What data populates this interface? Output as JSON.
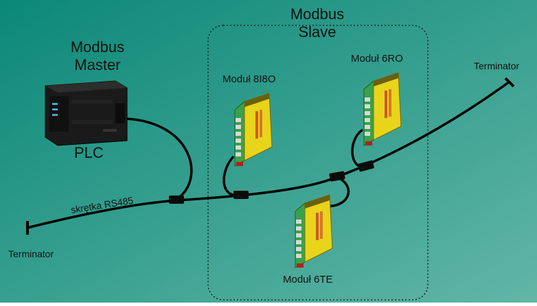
{
  "diagram": {
    "background_colors": [
      "#0e8a7a",
      "#5eb3a3"
    ],
    "slave_group": {
      "title_line1": "Modbus",
      "title_line2": "Slave"
    },
    "master": {
      "title_line1": "Modbus",
      "title_line2": "Master",
      "device_label": "PLC"
    },
    "modules": [
      {
        "label": "Moduł 8I8O"
      },
      {
        "label": "Moduł 6RO"
      },
      {
        "label": "Moduł 6TE"
      }
    ],
    "cable_label": "skrętka RS485",
    "terminator_right": "Terminator",
    "terminator_left": "Terminator",
    "colors": {
      "module_body": "#e8d41a",
      "module_rail": "#3aa14a",
      "cable": "#000000"
    }
  }
}
